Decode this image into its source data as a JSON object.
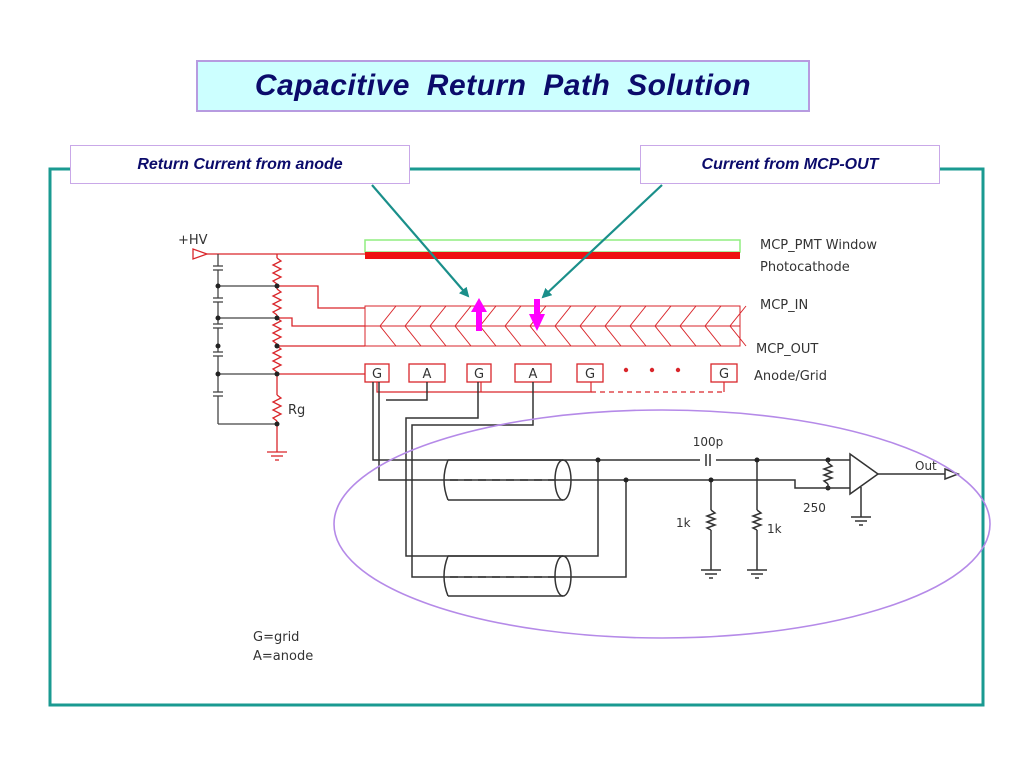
{
  "title": "Capacitive  Return  Path  Solution",
  "callouts": {
    "left": "Return Current  from anode",
    "right": "Current from MCP-OUT"
  },
  "schematic": {
    "hv_label": "+HV",
    "rg_label": "Rg",
    "layer_labels": {
      "window": "MCP_PMT Window",
      "photocathode": "Photocathode",
      "mcp_in": "MCP_IN",
      "mcp_out": "MCP_OUT",
      "anode_grid": "Anode/Grid"
    },
    "pads": [
      "G",
      "A",
      "G",
      "A",
      "G",
      "G"
    ],
    "component_labels": {
      "capacitor": "100p",
      "resistor_left": "1k",
      "resistor_right": "1k",
      "resistor_term": "250",
      "output": "Out"
    },
    "legend": [
      "G=grid",
      "A=anode"
    ]
  },
  "colors": {
    "frame": "#1a9a91",
    "title_bg": "#ccffff",
    "title_border": "#b79be0",
    "title_text": "#0b0b6b",
    "arrow_teal": "#1a8f8a",
    "current_arrow": "#ff00ff",
    "schematic_red": "#d9262b",
    "photocathode": "#ee1111",
    "window_green": "#90ee80",
    "ellipse": "#b58ae8",
    "wire": "#333333"
  }
}
